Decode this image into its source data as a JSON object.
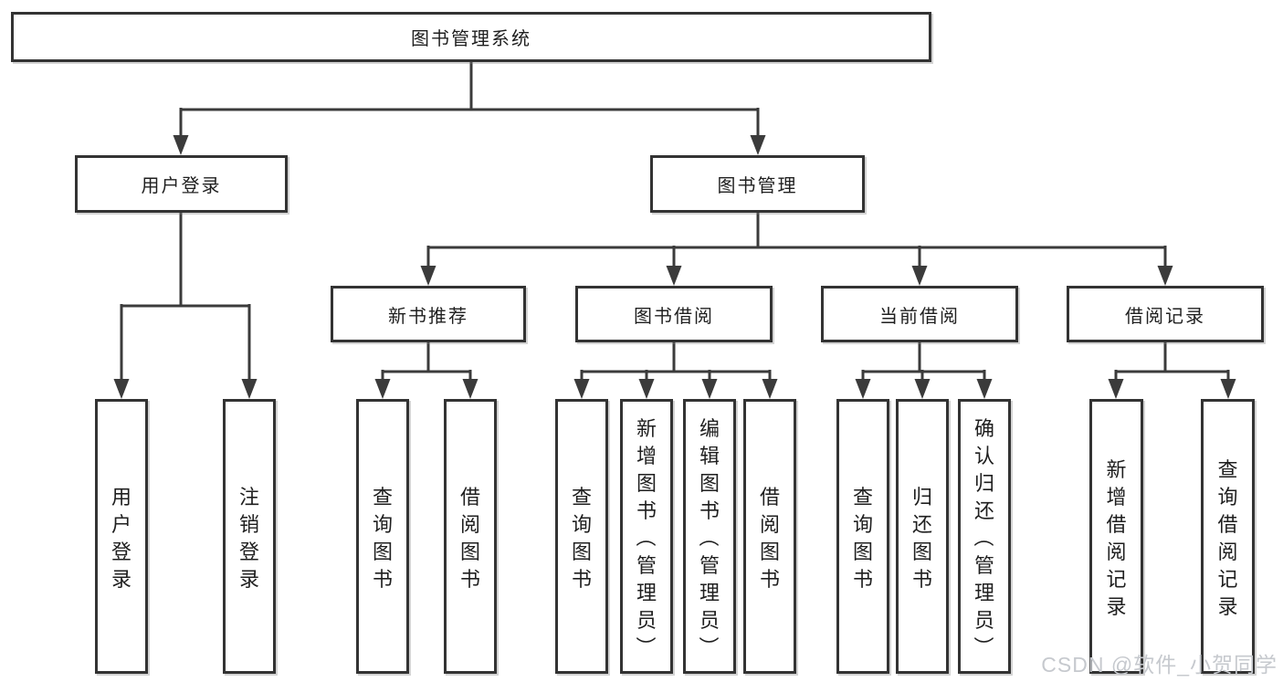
{
  "tree": {
    "root": {
      "label": "图书管理系统"
    },
    "branches": [
      {
        "label": "用户登录",
        "children": [
          {
            "label": "用户登录"
          },
          {
            "label": "注销登录"
          }
        ]
      },
      {
        "label": "图书管理",
        "children": [
          {
            "label": "新书推荐",
            "children": [
              {
                "label": "查询图书"
              },
              {
                "label": "借阅图书"
              }
            ]
          },
          {
            "label": "图书借阅",
            "children": [
              {
                "label": "查询图书"
              },
              {
                "label": "新增图书（管理员）"
              },
              {
                "label": "编辑图书（管理员）"
              },
              {
                "label": "借阅图书"
              }
            ]
          },
          {
            "label": "当前借阅",
            "children": [
              {
                "label": "查询图书"
              },
              {
                "label": "归还图书"
              },
              {
                "label": "确认归还（管理员）"
              }
            ]
          },
          {
            "label": "借阅记录",
            "children": [
              {
                "label": "新增借阅记录"
              },
              {
                "label": "查询借阅记录"
              }
            ]
          }
        ]
      }
    ]
  },
  "watermark": "CSDN @软件_小贺同学",
  "colors": {
    "line": "#3b3b3b",
    "box_border": "#333333",
    "box_fill": "#ffffff",
    "text": "#1f1f1f",
    "watermark": "#c6c9ce"
  }
}
